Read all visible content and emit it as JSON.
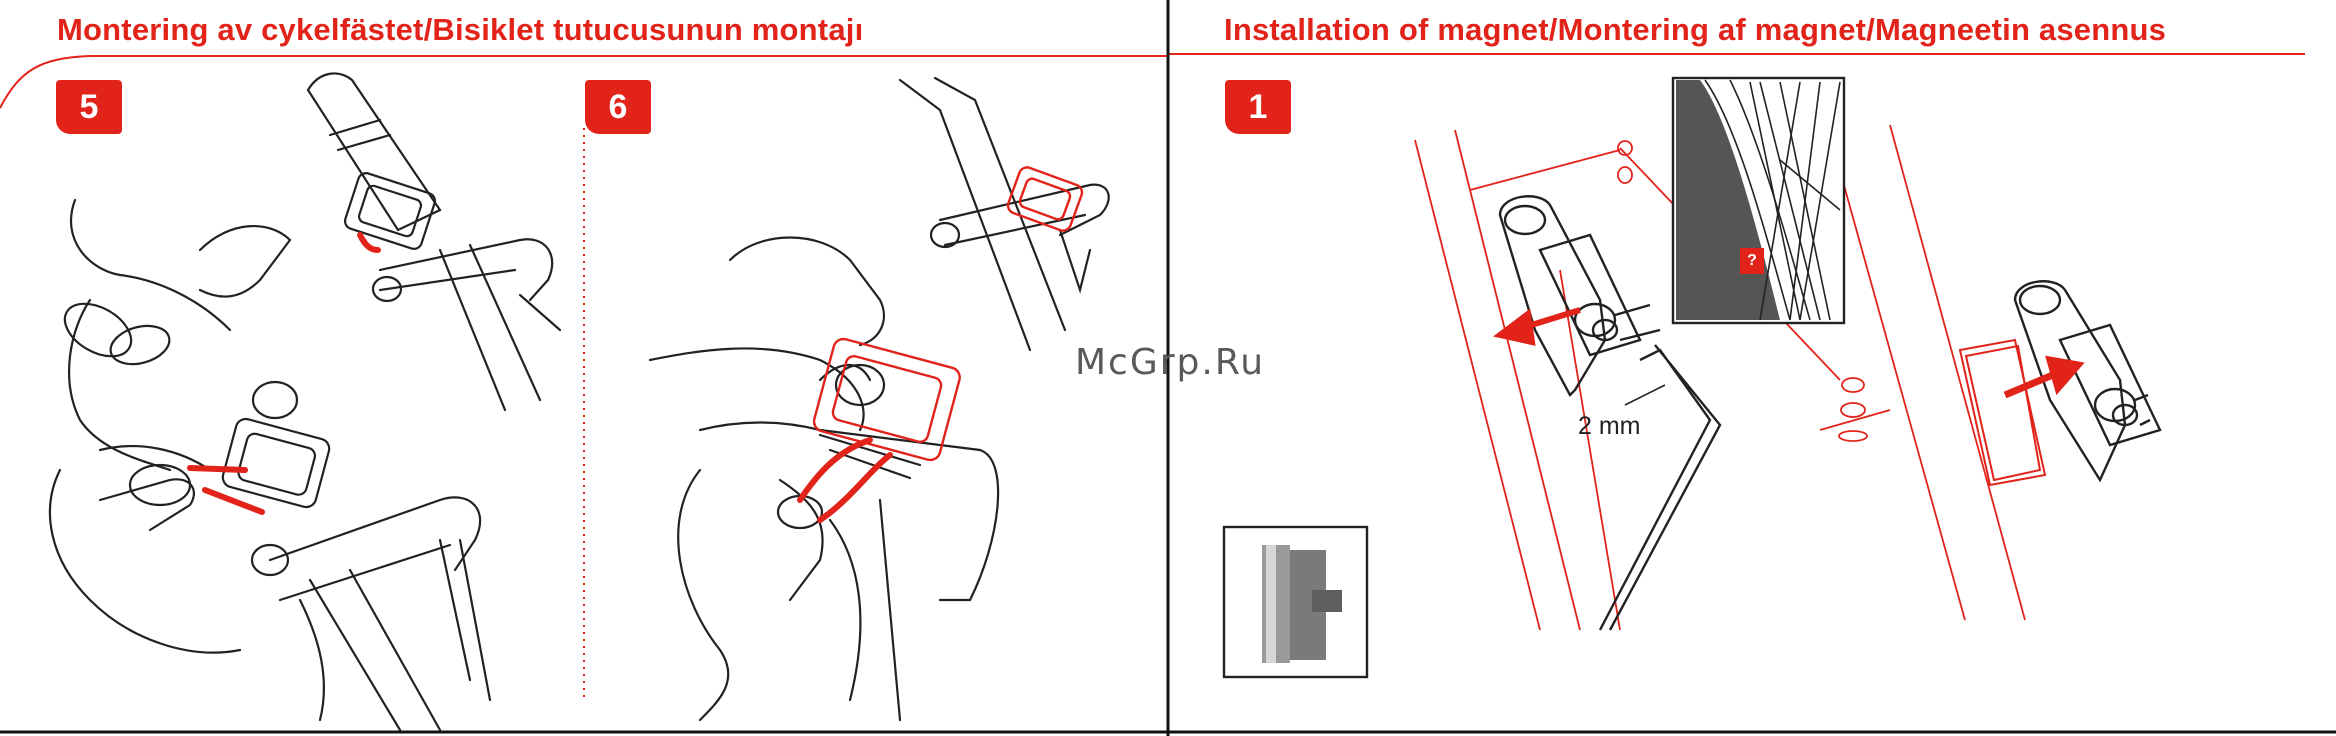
{
  "left_panel": {
    "title": "Montering av cykelfästet/Bisiklet tutucusunun montajı",
    "steps": [
      {
        "number": "5"
      },
      {
        "number": "6"
      }
    ]
  },
  "right_panel": {
    "title": "Installation of magnet/Montering af magnet/Magneetin asennus",
    "steps": [
      {
        "number": "1"
      }
    ],
    "tool_size_label": "2 mm",
    "detail_marker": "?"
  },
  "watermark": "McGrp.Ru",
  "colors": {
    "accent_red": "#e2231a",
    "line_art": "#222222",
    "background": "#ffffff"
  }
}
